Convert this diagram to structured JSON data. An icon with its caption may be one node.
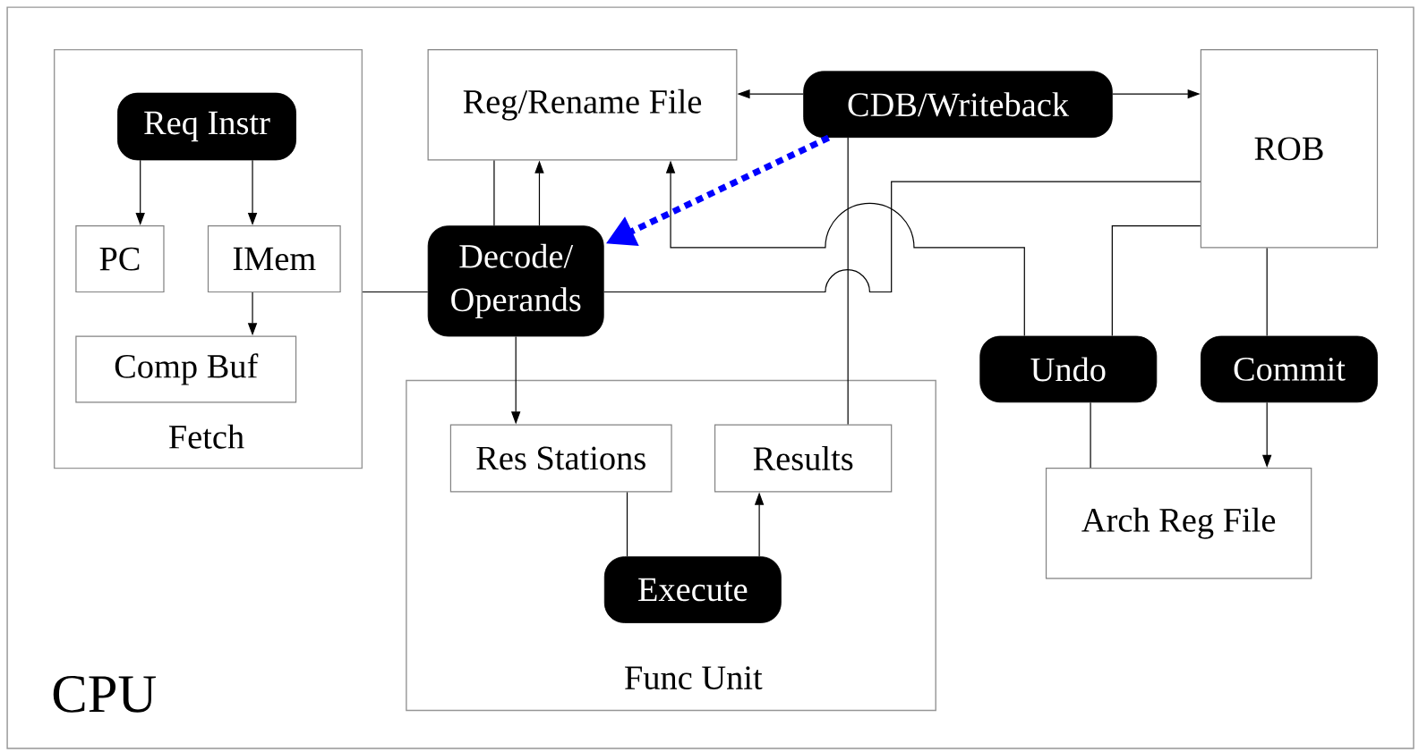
{
  "diagram": {
    "nodes": [
      {
        "text": [
          "CPU"
        ]
      },
      {
        "text": [
          "Fetch"
        ],
        "in": 0
      },
      {
        "text": [
          "Req Instr"
        ],
        "in": 1
      },
      {
        "text": [
          "PC"
        ],
        "in": 1
      },
      {
        "text": [
          "IMem"
        ],
        "in": 1
      },
      {
        "text": [
          "Comp Buf"
        ],
        "in": 1
      },
      {
        "text": [
          "Reg/Rename File"
        ],
        "in": 0
      },
      {
        "text": [
          "CDB/Writeback"
        ],
        "in": 0
      },
      {
        "text": [
          "ROB"
        ],
        "in": 0
      },
      {
        "text": [
          "Decode/ Operands"
        ],
        "in": 0
      },
      {
        "text": [
          "Func Unit"
        ],
        "in": 0
      },
      {
        "text": [
          "Res Stations"
        ],
        "in": 10
      },
      {
        "text": [
          "Results"
        ],
        "in": 10
      },
      {
        "text": [
          "Execute"
        ],
        "in": 10
      },
      {
        "text": [
          "Undo"
        ],
        "in": 0
      },
      {
        "text": [
          "Commit"
        ],
        "in": 0
      },
      {
        "text": [
          "Arch Reg File"
        ],
        "in": 0
      }
    ],
    "edges": [
      {
        "from": 2,
        "to": 3,
        "arrow": "to"
      },
      {
        "from": 2,
        "to": 4,
        "arrow": "to"
      },
      {
        "from": 4,
        "to": 5,
        "arrow": "to"
      },
      {
        "from": 1,
        "to": 9,
        "arrow": "none"
      },
      {
        "from": 9,
        "to": 6,
        "arrow": "none"
      },
      {
        "from": 9,
        "to": 6,
        "arrow": "to"
      },
      {
        "from": 7,
        "to": 6,
        "arrow": "to"
      },
      {
        "from": 7,
        "to": 8,
        "arrow": "to"
      },
      {
        "from": 7,
        "to": 9,
        "arrow": "to",
        "style": "dashed",
        "color": "#0000ff"
      },
      {
        "from": 7,
        "to": 12,
        "arrow": "none"
      },
      {
        "from": 9,
        "to": 11,
        "arrow": "to"
      },
      {
        "from": 11,
        "to": 13,
        "arrow": "none"
      },
      {
        "from": 13,
        "to": 12,
        "arrow": "to"
      },
      {
        "from": 14,
        "to": 6,
        "arrow": "to"
      },
      {
        "from": 8,
        "to": 9,
        "arrow": "none"
      },
      {
        "from": 8,
        "to": 14,
        "arrow": "none"
      },
      {
        "from": 8,
        "to": 15,
        "arrow": "none"
      },
      {
        "from": 15,
        "to": 16,
        "arrow": "to"
      },
      {
        "from": 14,
        "to": 16,
        "arrow": "none"
      }
    ]
  }
}
